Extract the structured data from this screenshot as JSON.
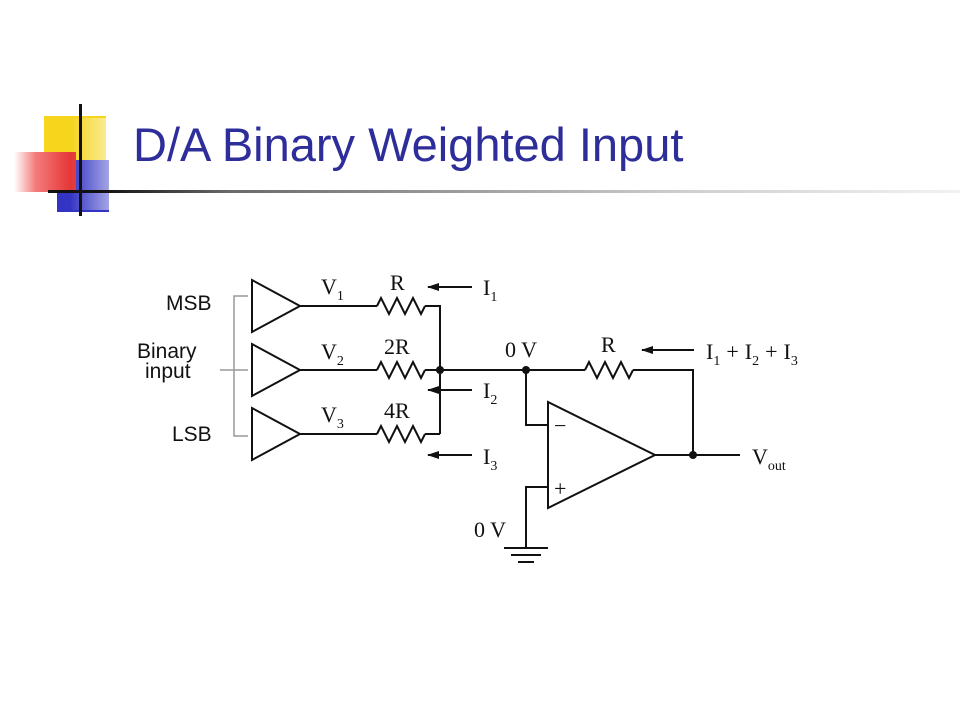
{
  "slide": {
    "title": "D/A Binary Weighted Input"
  },
  "diagram": {
    "left_labels": {
      "msb": "MSB",
      "binary_1": "Binary",
      "binary_2": "input",
      "lsb": "LSB"
    },
    "voltages": {
      "v1": {
        "base": "V",
        "sub": "1"
      },
      "v2": {
        "base": "V",
        "sub": "2"
      },
      "v3": {
        "base": "V",
        "sub": "3"
      }
    },
    "resistors": {
      "r1": "R",
      "r2": "2R",
      "r3": "4R",
      "rf": "R"
    },
    "currents": {
      "i1": {
        "base": "I",
        "sub": "1"
      },
      "i2": {
        "base": "I",
        "sub": "2"
      },
      "i3": {
        "base": "I",
        "sub": "3"
      },
      "total": [
        {
          "base": "I",
          "sub": "1"
        },
        {
          "base": "I",
          "sub": "2"
        },
        {
          "base": "I",
          "sub": "3"
        }
      ],
      "plus": "+"
    },
    "node_labels": {
      "virtual_ground": "0 V",
      "ground": "0 V"
    },
    "opamp": {
      "minus": "−",
      "plus": "+"
    },
    "output": {
      "base": "V",
      "sub": "out"
    }
  }
}
